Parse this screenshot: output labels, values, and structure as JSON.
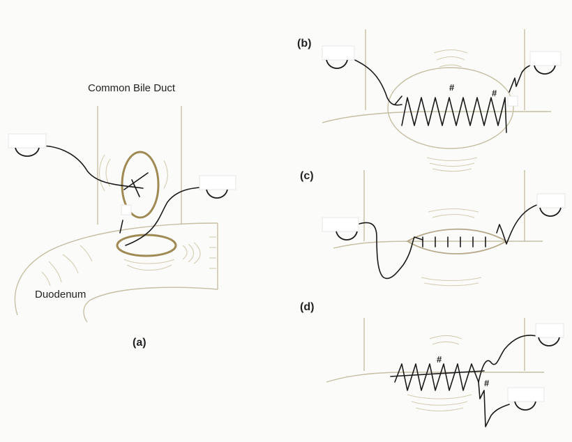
{
  "labels": {
    "common_bile_duct": "Common Bile Duct",
    "duodenum": "Duodenum",
    "panel_a": "(a)",
    "panel_b": "(b)",
    "panel_c": "(c)",
    "panel_d": "(d)"
  },
  "annotation_marks": {
    "b_mark_1": "#",
    "b_mark_2": "#",
    "d_mark_1": "#",
    "d_mark_2": "#"
  },
  "colors": {
    "tissue_outline": "#c6bfa3",
    "duct_opening": "#a08a54",
    "suture": "#1a1a1a",
    "background": "#fbfbfa"
  }
}
